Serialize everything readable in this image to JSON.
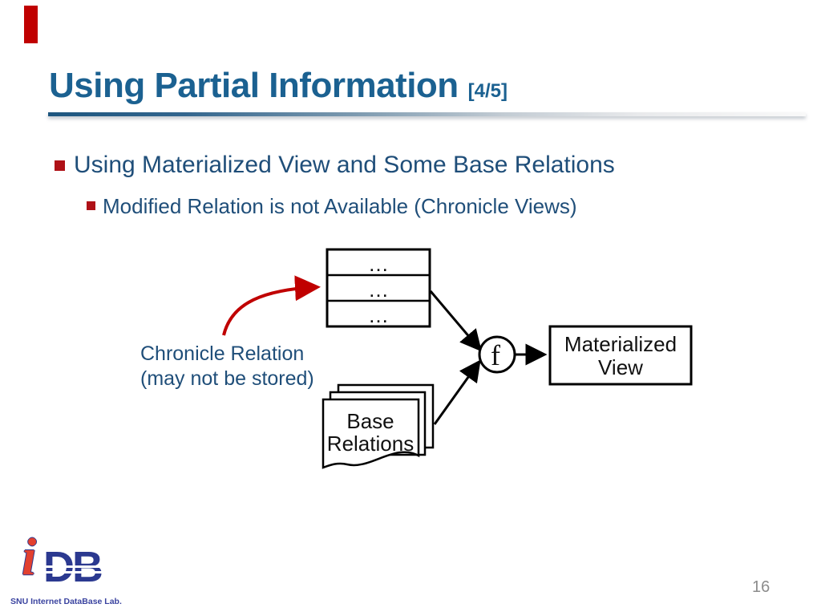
{
  "slide": {
    "title": "Using Partial Information",
    "title_suffix": "[4/5]",
    "bullet1": "Using Materialized View and Some Base Relations",
    "bullet2": "Modified Relation is not Available (Chronicle Views)",
    "diagram": {
      "chronicle_table": {
        "rows": [
          "…",
          "…",
          "…"
        ]
      },
      "chronicle_label": {
        "line1": "Chronicle Relation",
        "line2": "(may not be stored)"
      },
      "base_relations": {
        "line1": "Base",
        "line2": "Relations"
      },
      "function_node": "f",
      "materialized_view": {
        "line1": "Materialized",
        "line2": "View"
      }
    },
    "footer": {
      "page_number": "16"
    },
    "logo": {
      "i": "i",
      "db": "DB",
      "caption": "SNU Internet DataBase Lab."
    },
    "colors": {
      "title_blue": "#1b6191",
      "body_navy": "#1f4e79",
      "bullet_red": "#af1117",
      "accent_red": "#c00000",
      "arrow_red": "#c00000",
      "shape_black": "#000000",
      "page_gray": "#8c8c8c",
      "logo_blue": "#2b3990",
      "logo_red": "#e2402f"
    }
  }
}
